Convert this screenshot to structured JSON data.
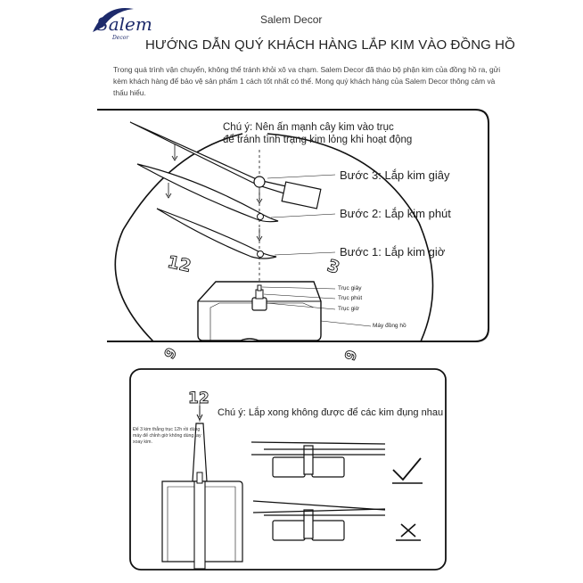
{
  "header": {
    "logo_text": "Salem",
    "logo_sub": "Decor",
    "brand": "Salem Decor",
    "title": "HƯỚNG DẪN QUÝ KHÁCH HÀNG LẮP KIM VÀO ĐỒNG HỒ"
  },
  "intro": "Trong quá trình vận chuyển, không thể tránh khỏi xô va chạm. Salem Decor đã tháo bộ phận kim của đồng hồ ra, gửi kèm khách hàng để bảo vệ sản phẩm 1 cách tốt nhất có thể. Mong quý khách hàng của Salem Decor thông cảm và thấu hiểu.",
  "diagram1": {
    "note_line1": "Chú ý: Nên ấn mạnh cây kim vào trục",
    "note_line2": "để tránh tình trạng kim lỏng khi hoạt động",
    "steps": [
      "Bước 3: Lắp kim giây",
      "Bước 2: Lắp kim phút",
      "Bước 1: Lắp kim giờ"
    ],
    "labels": [
      "Trục giây",
      "Trục phút",
      "Trục giờ",
      "Máy đồng hồ"
    ],
    "dial": [
      "12",
      "3",
      "9",
      "9"
    ]
  },
  "diagram2": {
    "dial_12": "12",
    "note": "Chú ý: Lắp xong không được để các kim đụng nhau",
    "tip": "Để 3 kim thẳng trục 12h rồi dùng máy để chỉnh giờ không dùng tay xoay kim."
  }
}
